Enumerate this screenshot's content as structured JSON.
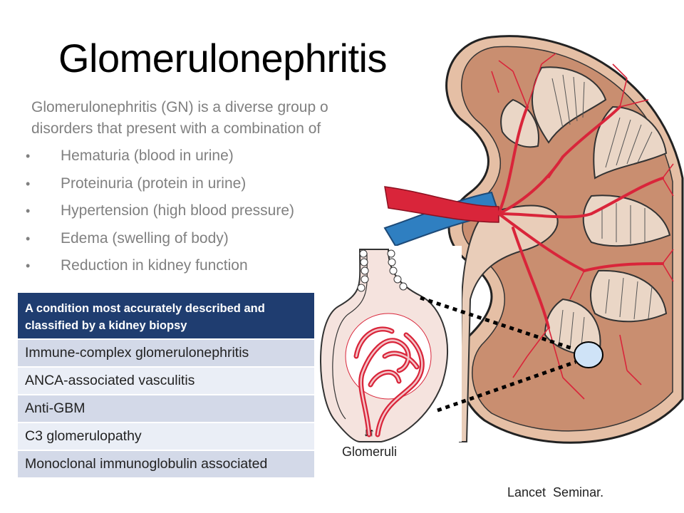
{
  "slide": {
    "title": "Glomerulonephritis",
    "intro": {
      "line1": "Glomerulonephritis (GN) is a diverse group o",
      "line2": "disorders that present with a combination of"
    },
    "bullet_glyph": "•",
    "bullets": [
      "Hematuria (blood in urine)",
      "Proteinuria (protein in urine)",
      "Hypertension (high blood pressure)",
      "Edema (swelling of body)",
      "Reduction in kidney function"
    ],
    "table": {
      "header": "A condition  most accurately described and classified by a kidney biopsy",
      "rows": [
        "Immune-complex glomerulonephritis",
        "ANCA-associated vasculitis",
        "Anti-GBM",
        "C3 glomerulopathy",
        "Monoclonal immunoglobulin associated"
      ]
    },
    "figure": {
      "glomeruli_label": "Glomeruli",
      "flow_arrows": "↓↑"
    },
    "source": "Lancet  Seminar."
  },
  "colors": {
    "title": "#000000",
    "body_text": "#808080",
    "table_header_bg": "#1f3d70",
    "table_row_odd": "#d3d9e8",
    "table_row_even": "#eaeef6",
    "kidney_cortex": "#c98e70",
    "kidney_capsule": "#e5bfa5",
    "artery": "#d9253a",
    "vein": "#2f7fc1",
    "glomerulus_highlight": "#cfe3f7"
  }
}
